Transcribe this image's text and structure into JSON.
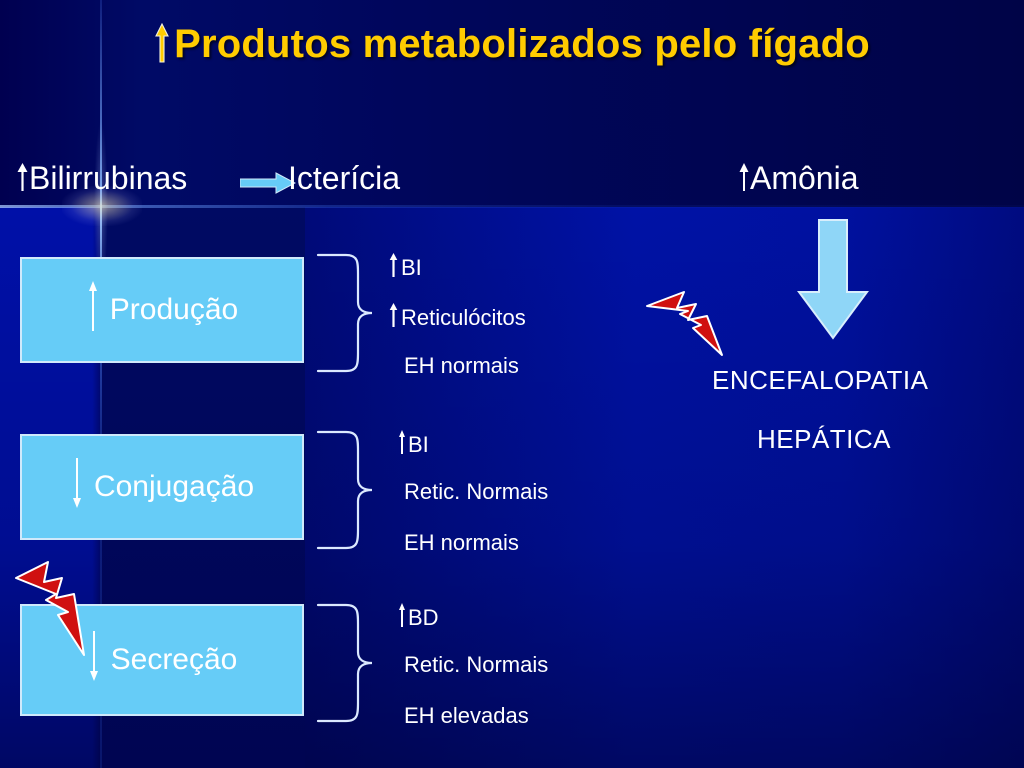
{
  "slide": {
    "title": "Produtos metabolizados pelo fígado",
    "title_has_up_arrow": true,
    "title_color": "#ffcc00",
    "background_color": "#000a7a",
    "text_color": "#ffffff"
  },
  "header": {
    "left_term": "Bilirrubinas",
    "left_term_arrow": "up",
    "arrow_between": "right-arrow",
    "result_term": "Icterícia",
    "right_term": "Amônia",
    "right_term_arrow": "up"
  },
  "boxes": [
    {
      "id": "producao",
      "label": "Produção",
      "arrow": "up",
      "fill": "#66ccf7",
      "border": "#cfe9fb",
      "findings": [
        {
          "text": "BI",
          "arrow": "up"
        },
        {
          "text": "Reticulócitos",
          "arrow": "up"
        },
        {
          "text": "EH normais",
          "arrow": "none"
        }
      ]
    },
    {
      "id": "conjugacao",
      "label": "Conjugação",
      "arrow": "down",
      "fill": "#66ccf7",
      "border": "#cfe9fb",
      "findings": [
        {
          "text": "BI",
          "arrow": "up"
        },
        {
          "text": "Retic. Normais",
          "arrow": "none"
        },
        {
          "text": "EH normais",
          "arrow": "none"
        }
      ]
    },
    {
      "id": "secrecao",
      "label": "Secreção",
      "arrow": "down",
      "fill": "#66ccf7",
      "border": "#cfe9fb",
      "findings": [
        {
          "text": "BD",
          "arrow": "up"
        },
        {
          "text": "Retic. Normais",
          "arrow": "none"
        },
        {
          "text": "EH elevadas",
          "arrow": "none"
        }
      ]
    }
  ],
  "right_panel": {
    "down_arrow_color": "#8fd6f7",
    "outcome_line1": "ENCEFALOPATIA",
    "outcome_line2": "HEPÁTICA",
    "bolt_color": "#d01010",
    "bolt_outline": "#ffffff"
  }
}
